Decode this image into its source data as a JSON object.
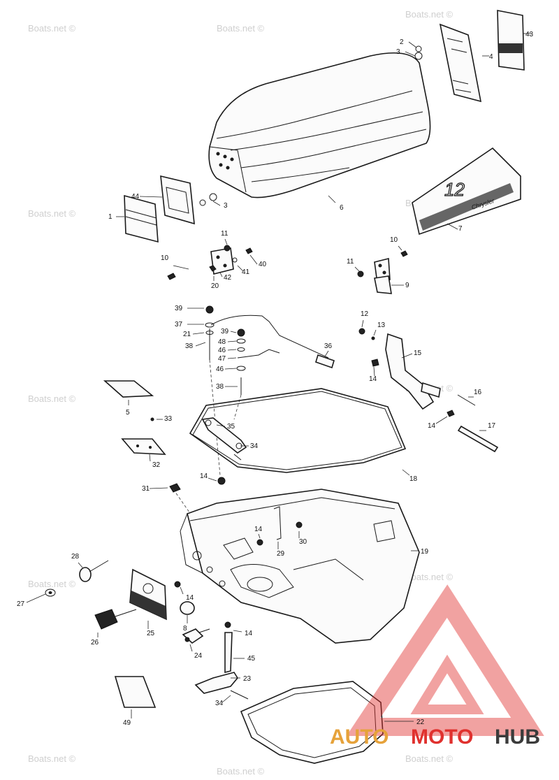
{
  "watermark": {
    "text": "Boats.net ©"
  },
  "decal_text": {
    "model_number": "12",
    "brand": "Chrysler"
  },
  "logo": {
    "auto": "AUTO",
    "moto": "MOTO",
    "hub": "HUB"
  },
  "callouts": [
    "43",
    "2",
    "3",
    "4",
    "44",
    "1",
    "3",
    "6",
    "7",
    "11",
    "10",
    "41",
    "40",
    "42",
    "20",
    "10",
    "11",
    "9",
    "39",
    "37",
    "21",
    "38",
    "39",
    "48",
    "46",
    "47",
    "46",
    "38",
    "36",
    "12",
    "13",
    "15",
    "14",
    "16",
    "14",
    "17",
    "5",
    "33",
    "32",
    "35",
    "34",
    "18",
    "31",
    "14",
    "14",
    "30",
    "29",
    "19",
    "28",
    "27",
    "14",
    "25",
    "26",
    "8",
    "24",
    "14",
    "45",
    "23",
    "34",
    "49",
    "22"
  ],
  "colors": {
    "line": "#1a1a1a",
    "logo_red": "#e0312e",
    "logo_orange": "#e6a23a",
    "logo_gray": "#3b3b3b"
  }
}
